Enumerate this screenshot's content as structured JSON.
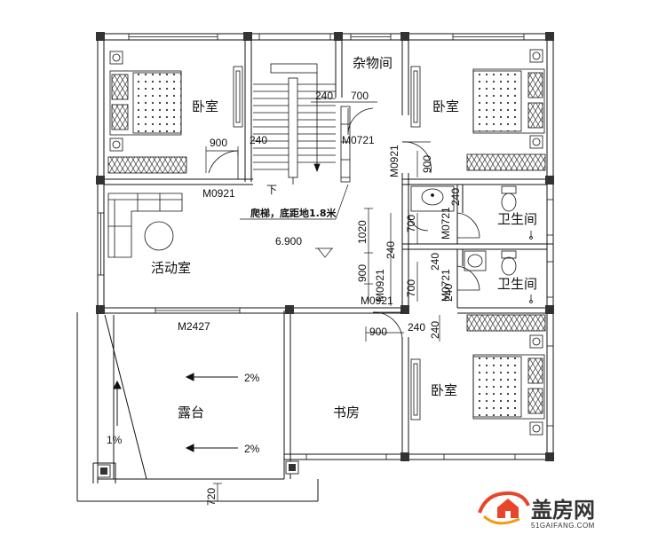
{
  "rooms": {
    "bedroom_tl": "卧室",
    "storage": "杂物间",
    "bedroom_tr": "卧室",
    "bath_1": "卫生间",
    "bath_2": "卫生间",
    "activity": "活动室",
    "terrace": "露台",
    "study": "书房",
    "bedroom_br": "卧室"
  },
  "dims": {
    "d900_a": "900",
    "d240_a": "240",
    "d240_b": "240",
    "d700_a": "700",
    "d1020": "1020",
    "d900_v": "900",
    "d700_v1": "700",
    "d700_v2": "700",
    "d240_v1": "240",
    "d240_v2": "240",
    "d240_v3": "240",
    "d240_v4": "240",
    "d240_v5": "240",
    "d900_b": "900",
    "d240_c": "240",
    "d900_c": "900",
    "d720": "720"
  },
  "doors": {
    "m0921_a": "M0921",
    "m0721_a": "M0721",
    "m0921_b": "M0921",
    "m0721_b": "M0721",
    "m0921_c": "M0921",
    "m0921_d": "M0921",
    "m0721_c": "M0721",
    "m2427": "M2427"
  },
  "notes": {
    "stair_down": "下",
    "ladder": "爬梯，底距地1.8米",
    "elevation": "6.900",
    "slope_1": "2%",
    "slope_2": "2%",
    "slope_3": "1%"
  },
  "logo": {
    "name": "盖房网",
    "url": "51GAIFANG.COM",
    "colors": {
      "red": "#e8462a",
      "orange": "#f39c12",
      "text": "#333333"
    }
  }
}
